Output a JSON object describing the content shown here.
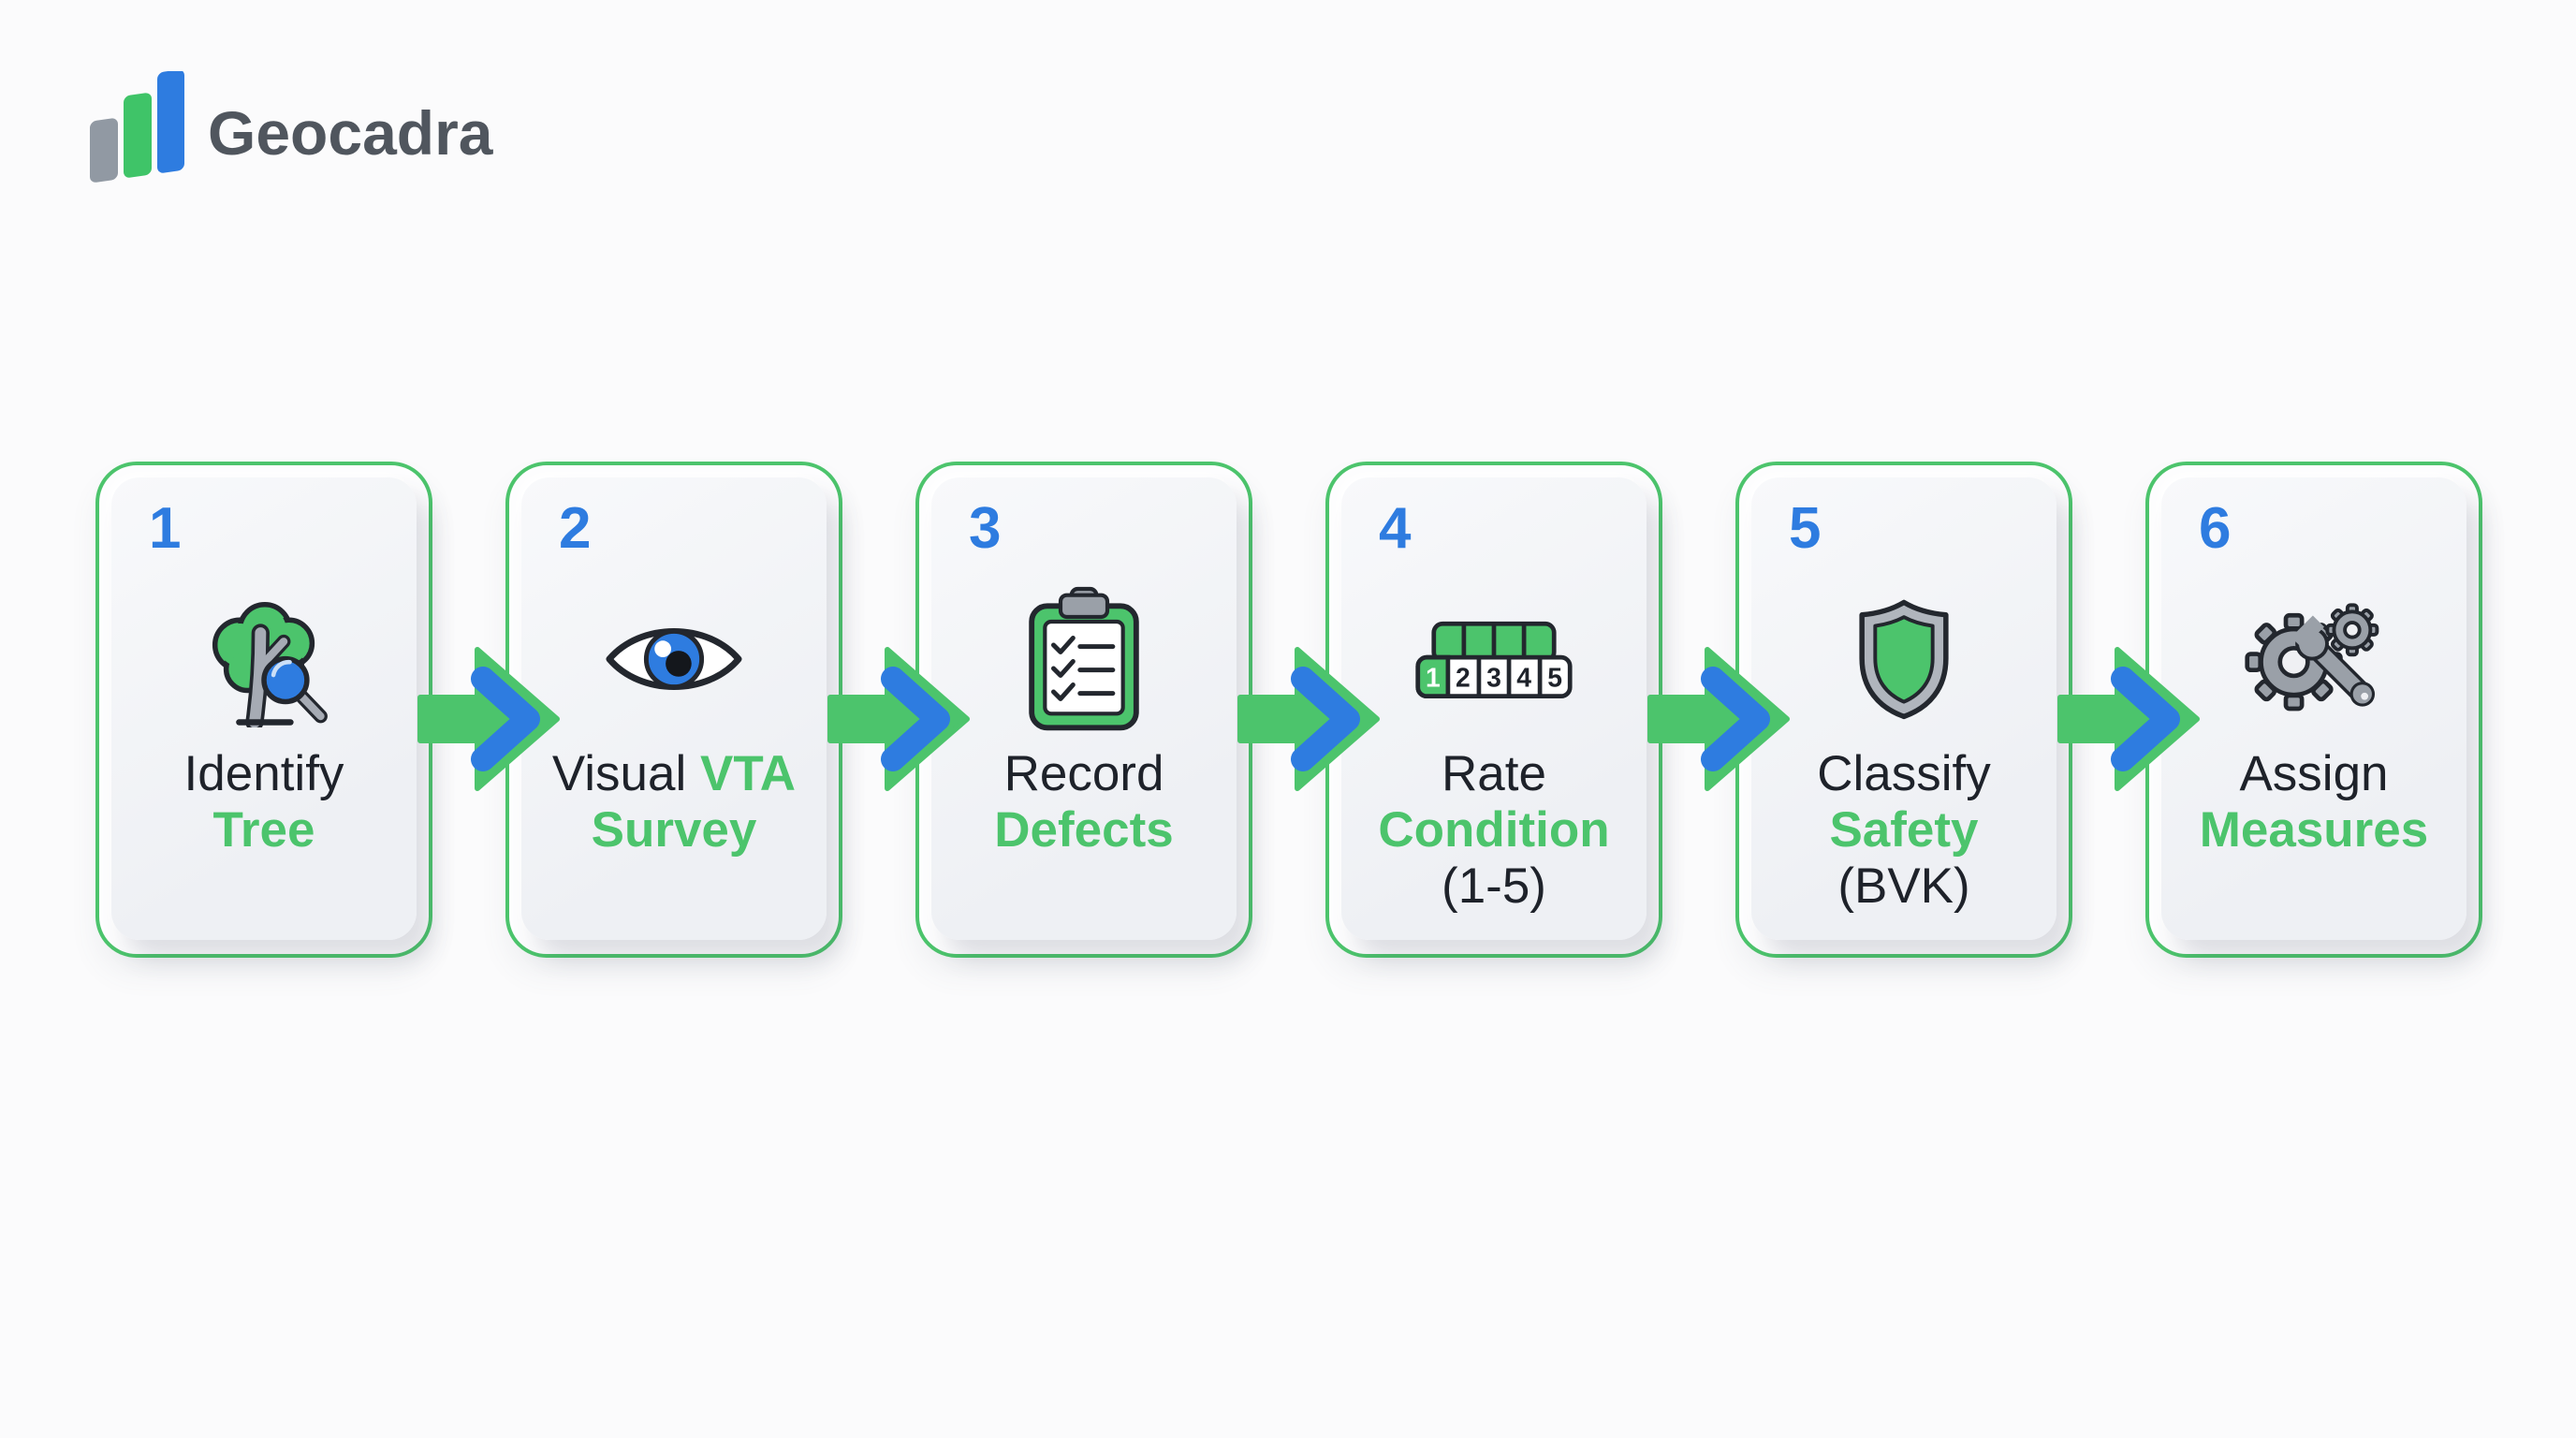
{
  "brand": {
    "name": "Geocadra"
  },
  "palette": {
    "green": "#4CC46C",
    "blue": "#2E7CE0",
    "dark": "#1E222A",
    "gray": "#9AA0A8",
    "plate": "#F0F1F4",
    "page": "#FBFBFC",
    "logo_text": "#50565E"
  },
  "steps": [
    {
      "number": "1",
      "icon": "tree-magnifier-icon",
      "lines": [
        {
          "parts": [
            {
              "t": "Identify",
              "c": "dark"
            }
          ]
        },
        {
          "parts": [
            {
              "t": "Tree",
              "c": "green"
            }
          ]
        }
      ]
    },
    {
      "number": "2",
      "icon": "eye-icon",
      "lines": [
        {
          "parts": [
            {
              "t": "Visual ",
              "c": "dark"
            },
            {
              "t": "VTA",
              "c": "green"
            }
          ]
        },
        {
          "parts": [
            {
              "t": "Survey",
              "c": "green"
            }
          ]
        }
      ]
    },
    {
      "number": "3",
      "icon": "clipboard-checklist-icon",
      "lines": [
        {
          "parts": [
            {
              "t": "Record",
              "c": "dark"
            }
          ]
        },
        {
          "parts": [
            {
              "t": "Defects",
              "c": "green"
            }
          ]
        }
      ]
    },
    {
      "number": "4",
      "icon": "rating-scale-icon",
      "scale": [
        "1",
        "2",
        "3",
        "4",
        "5"
      ],
      "lines": [
        {
          "parts": [
            {
              "t": "Rate",
              "c": "dark"
            }
          ]
        },
        {
          "parts": [
            {
              "t": "Condition",
              "c": "green"
            }
          ]
        },
        {
          "parts": [
            {
              "t": "(1-5)",
              "c": "dark"
            }
          ]
        }
      ]
    },
    {
      "number": "5",
      "icon": "shield-icon",
      "lines": [
        {
          "parts": [
            {
              "t": "Classify",
              "c": "dark"
            }
          ]
        },
        {
          "parts": [
            {
              "t": "Safety",
              "c": "green"
            }
          ]
        },
        {
          "parts": [
            {
              "t": "(BVK)",
              "c": "dark"
            }
          ]
        }
      ]
    },
    {
      "number": "6",
      "icon": "gears-wrench-icon",
      "lines": [
        {
          "parts": [
            {
              "t": "Assign",
              "c": "dark"
            }
          ]
        },
        {
          "parts": [
            {
              "t": "Measures",
              "c": "green"
            }
          ]
        }
      ]
    }
  ]
}
